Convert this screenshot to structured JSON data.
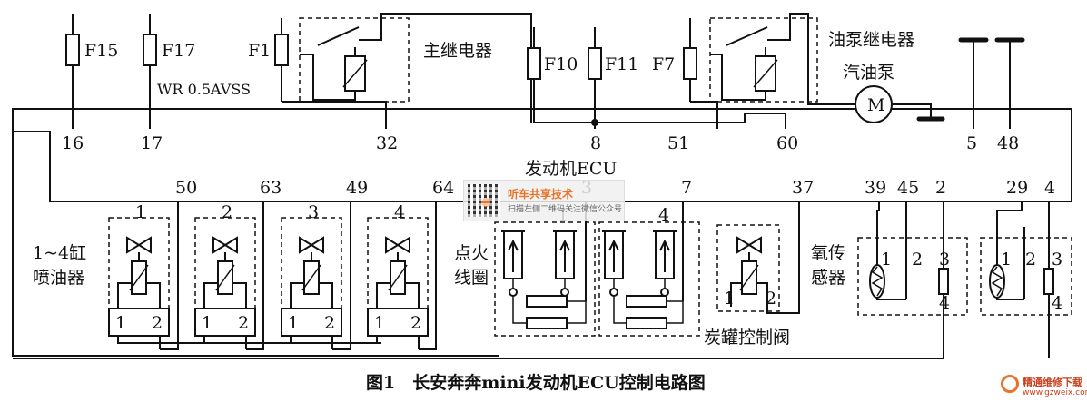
{
  "fuses": {
    "f15": "F15",
    "f17": "F17",
    "f1": "F1",
    "f10": "F10",
    "f11": "F11",
    "f7": "F7"
  },
  "wire_label": "WR 0.5AVSS",
  "relays": {
    "main": "主继电器",
    "fuel_pump": "油泵继电器"
  },
  "fuel_pump": {
    "label": "汽油泵",
    "motor_symbol": "M"
  },
  "ecu": {
    "label": "发动机ECU",
    "top_pins": [
      "16",
      "17",
      "32",
      "8",
      "51",
      "60",
      "5",
      "48"
    ],
    "bottom_pins": [
      "50",
      "63",
      "49",
      "64",
      "3",
      "7",
      "37",
      "39",
      "45",
      "2",
      "29",
      "4"
    ]
  },
  "injectors": {
    "label_line1": "1~4缸",
    "label_line2": "喷油器",
    "numbers": [
      "1",
      "2",
      "3",
      "4"
    ],
    "terminal_1": "1",
    "terminal_2": "2"
  },
  "ignition_coil": {
    "label_line1": "点火",
    "label_line2": "线圈",
    "numbers": [
      "1",
      "4"
    ]
  },
  "canister_valve": {
    "label": "炭罐控制阀",
    "terminal_1": "1",
    "terminal_2": "2"
  },
  "oxygen_sensor": {
    "label_line1": "氧传",
    "label_line2": "感器",
    "terminals": [
      "1",
      "2",
      "3",
      "4"
    ]
  },
  "caption": "图1　长安奔奔mini发动机ECU控制电路图",
  "watermark": {
    "title": "听车共享技术",
    "subtitle": "扫描左侧二维码关注微信公众号"
  },
  "logo": {
    "name": "精通维修下载",
    "url": "www.gzweix.com"
  }
}
